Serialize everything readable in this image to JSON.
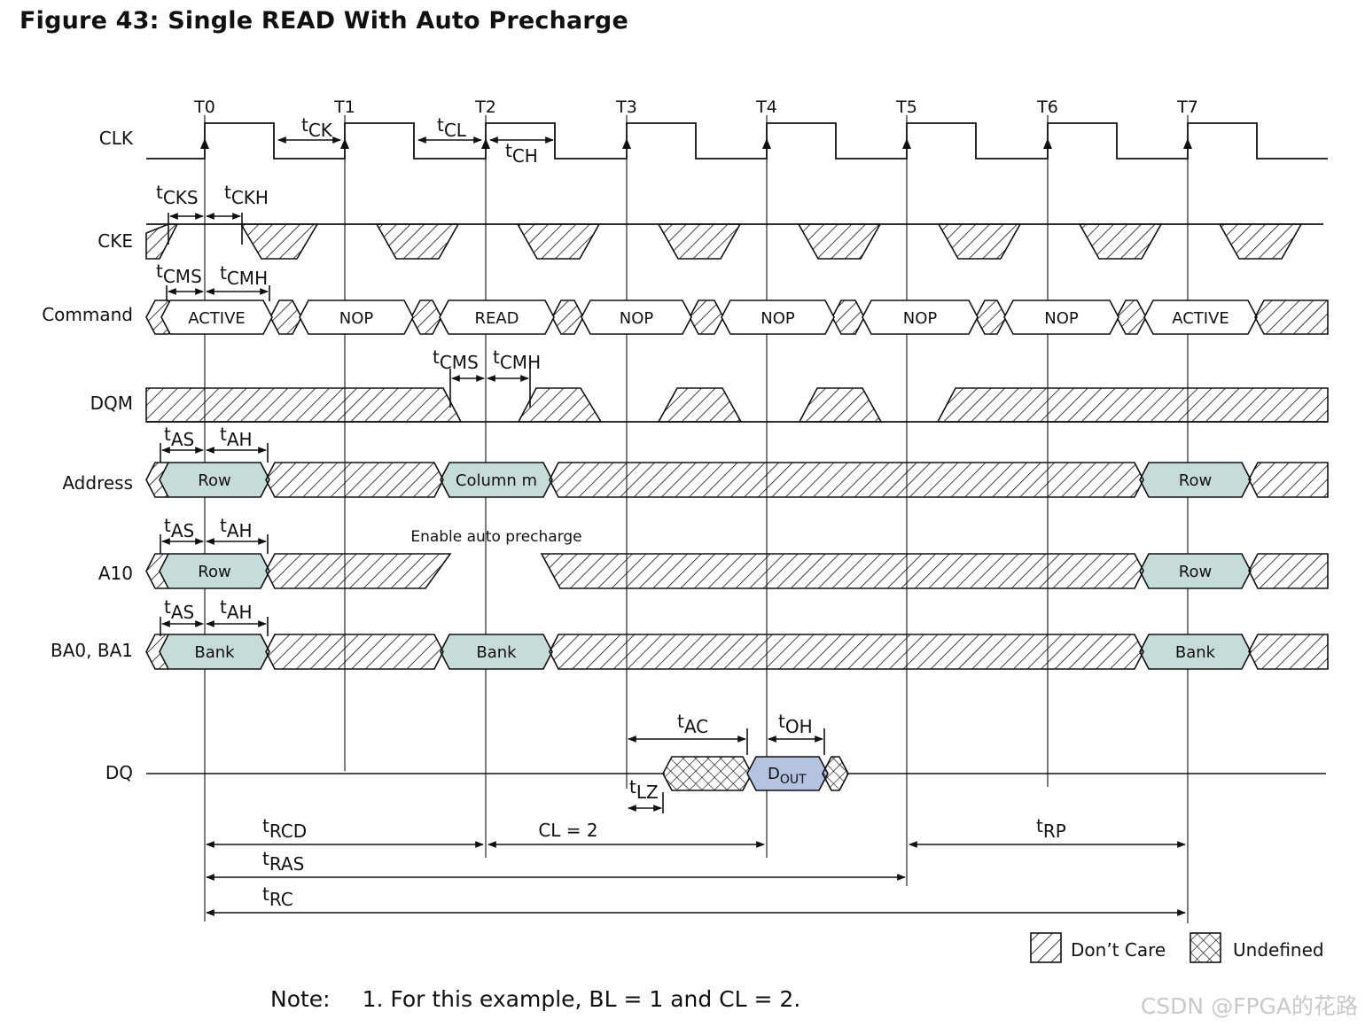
{
  "title": "Figure 43: Single READ With Auto Precharge",
  "clock_labels": [
    "T0",
    "T1",
    "T2",
    "T3",
    "T4",
    "T5",
    "T6",
    "T7"
  ],
  "signals": {
    "clk": "CLK",
    "cke": "CKE",
    "command": "Command",
    "dqm": "DQM",
    "address": "Address",
    "a10": "A10",
    "ba": "BA0, BA1",
    "dq": "DQ"
  },
  "commands": [
    "ACTIVE",
    "NOP",
    "READ",
    "NOP",
    "NOP",
    "NOP",
    "NOP",
    "ACTIVE"
  ],
  "address_values": [
    "Row",
    "Column m",
    "Row"
  ],
  "a10_values": [
    "Row",
    "Row"
  ],
  "ba_values": [
    "Bank",
    "Bank",
    "Bank"
  ],
  "dq_value": {
    "main": "D",
    "sub": "OUT"
  },
  "annotation": "Enable auto precharge",
  "timing": {
    "ck": {
      "t": "t",
      "sub": "CK"
    },
    "cl": {
      "t": "t",
      "sub": "CL"
    },
    "ch": {
      "t": "t",
      "sub": "CH"
    },
    "cks": {
      "t": "t",
      "sub": "CKS"
    },
    "ckh": {
      "t": "t",
      "sub": "CKH"
    },
    "cms": {
      "t": "t",
      "sub": "CMS"
    },
    "cmh": {
      "t": "t",
      "sub": "CMH"
    },
    "as": {
      "t": "t",
      "sub": "AS"
    },
    "ah": {
      "t": "t",
      "sub": "AH"
    },
    "ac": {
      "t": "t",
      "sub": "AC"
    },
    "oh": {
      "t": "t",
      "sub": "OH"
    },
    "lz": {
      "t": "t",
      "sub": "LZ"
    },
    "rcd": {
      "t": "t",
      "sub": "RCD"
    },
    "ras": {
      "t": "t",
      "sub": "RAS"
    },
    "rc": {
      "t": "t",
      "sub": "RC"
    },
    "rp": {
      "t": "t",
      "sub": "RP"
    },
    "cl_eq": "CL = 2"
  },
  "legend": {
    "dont_care": "Don’t Care",
    "undefined": "Undefined"
  },
  "note": {
    "label": "Note:",
    "text": "1.  For this example, BL = 1 and CL = 2."
  },
  "watermark": "CSDN @FPGA的花路",
  "colors": {
    "value_fill": "#c5dcd8",
    "dout_fill": "#b4c3df",
    "line": "#111111"
  }
}
